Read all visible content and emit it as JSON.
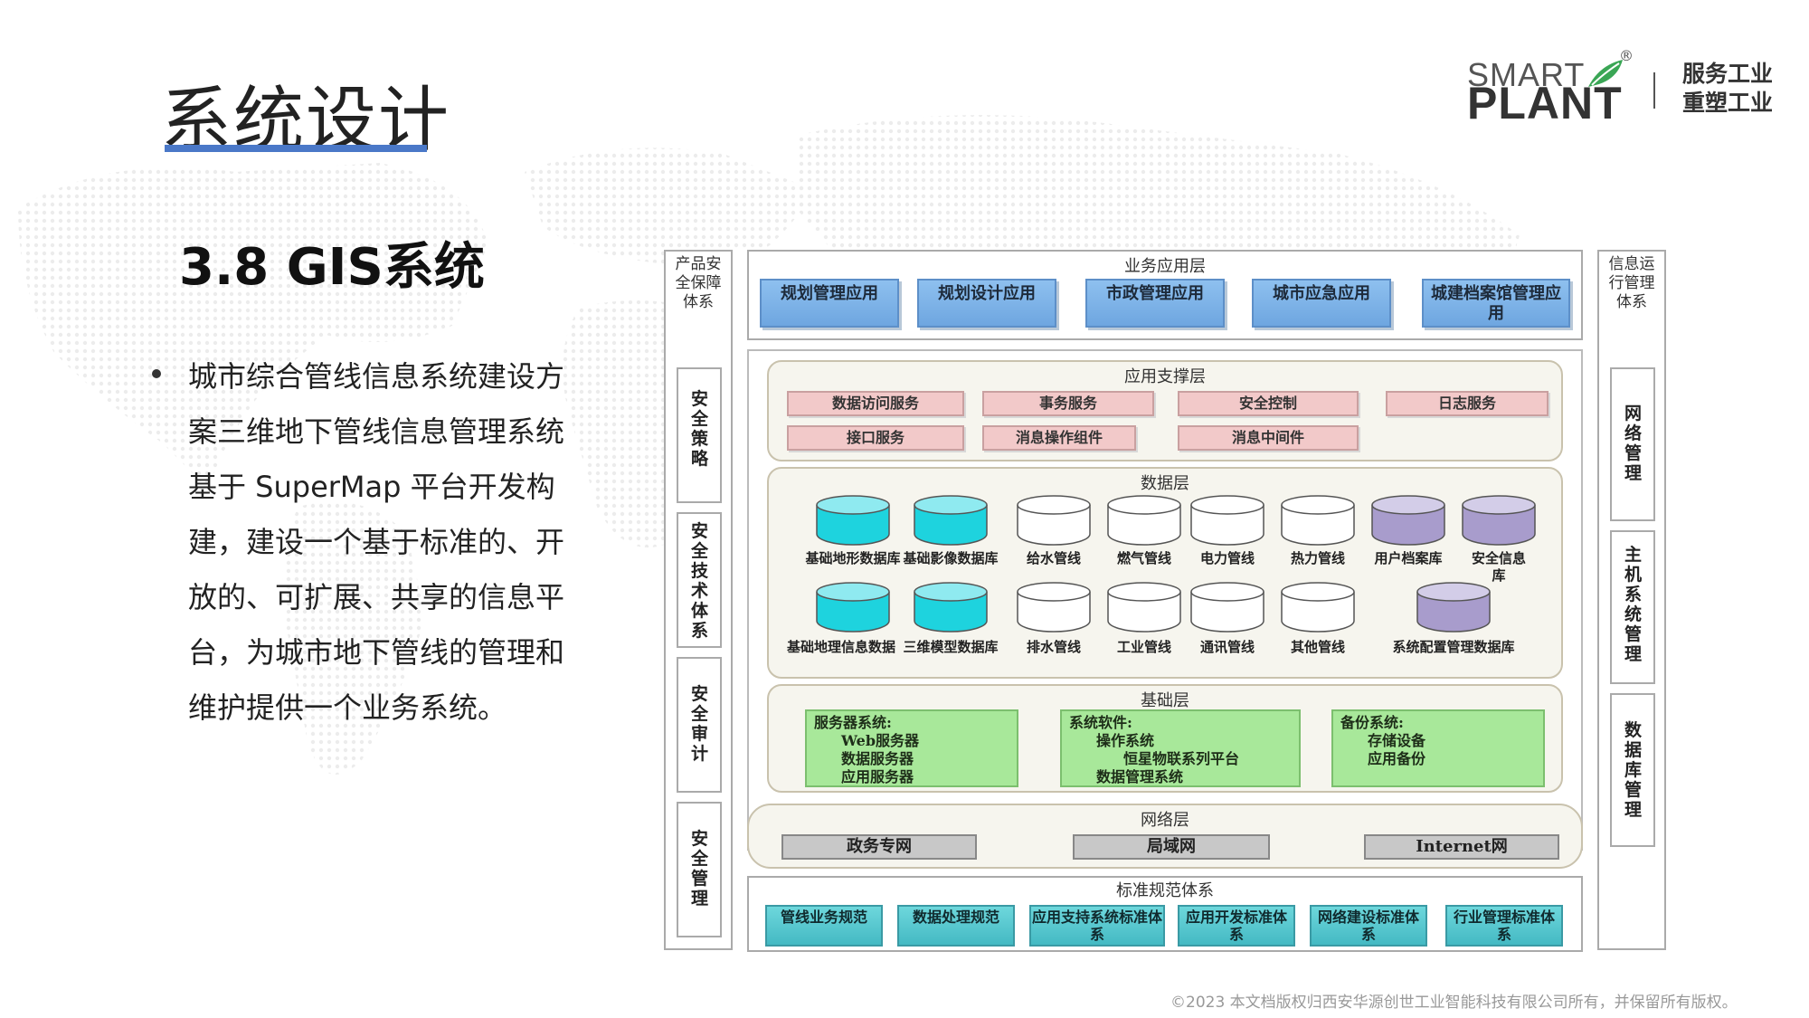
{
  "header": {
    "title": "系统设计",
    "logo_smart": "SMART",
    "logo_plant": "PLANT",
    "logo_reg": "®",
    "slogan_line1": "服务工业",
    "slogan_line2": "重塑工业"
  },
  "section_title": "3.8 GIS系统",
  "body": {
    "bullet": "城市综合管线信息系统建设方案三维地下管线信息管理系统基于 SuperMap 平台开发构建，建设一个基于标准的、开放的、可扩展、共享的信息平台，为城市地下管线的管理和维护提供一个业务系统。"
  },
  "diagram": {
    "left_head": "产品安全保障体系",
    "left_items": [
      "安全策略",
      "安全技术体系",
      "安全审计",
      "安全管理"
    ],
    "right_head": "信息运行管理体系",
    "right_items": [
      "网络管理",
      "主机系统管理",
      "数据库管理"
    ],
    "business_layer": {
      "title": "业务应用层",
      "items": [
        "规划管理应用",
        "规划设计应用",
        "市政管理应用",
        "城市应急应用",
        "城建档案馆管理应用"
      ]
    },
    "support_layer": {
      "title": "应用支撑层",
      "row1": [
        "数据访问服务",
        "事务服务",
        "安全控制",
        "日志服务"
      ],
      "row2": [
        "接口服务",
        "消息操作组件",
        "消息中间件"
      ]
    },
    "data_layer": {
      "title": "数据层",
      "row1": [
        "基础地形数据库",
        "基础影像数据库",
        "给水管线",
        "燃气管线",
        "电力管线",
        "热力管线",
        "用户档案库",
        "安全信息库"
      ],
      "row2": [
        "基础地理信息数据",
        "三维模型数据库",
        "排水管线",
        "工业管线",
        "通讯管线",
        "其他管线",
        "系统配置管理数据库"
      ]
    },
    "base_layer": {
      "title": "基础层",
      "boxes": [
        {
          "head": "服务器系统:",
          "lines": [
            "Web服务器",
            "数据服务器",
            "应用服务器"
          ]
        },
        {
          "head": "系统软件:",
          "lines": [
            "操作系统",
            "恒星物联系列平台",
            "数据管理系统"
          ]
        },
        {
          "head": "备份系统:",
          "lines": [
            "存储设备",
            "应用备份"
          ]
        }
      ]
    },
    "network_layer": {
      "title": "网络层",
      "items": [
        "政务专网",
        "局域网",
        "Internet网"
      ]
    },
    "standard_layer": {
      "title": "标准规范体系",
      "items": [
        "管线业务规范",
        "数据处理规范",
        "应用支持系统标准体系",
        "应用开发标准体系",
        "网络建设标准体系",
        "行业管理标准体系"
      ]
    },
    "colors": {
      "app_blue": "#7db3e8",
      "support_pink": "#f2c9c9",
      "base_green": "#a8e89a",
      "network_gray": "#c8c8c8",
      "standard_teal": "#55c6ce",
      "db_cyan": "#1ed3de",
      "db_white": "#ffffff",
      "db_purple": "#a89ccc"
    }
  },
  "footer": {
    "copyright": "©2023 本文档版权归西安华源创世工业智能科技有限公司所有，并保留所有版权。"
  }
}
